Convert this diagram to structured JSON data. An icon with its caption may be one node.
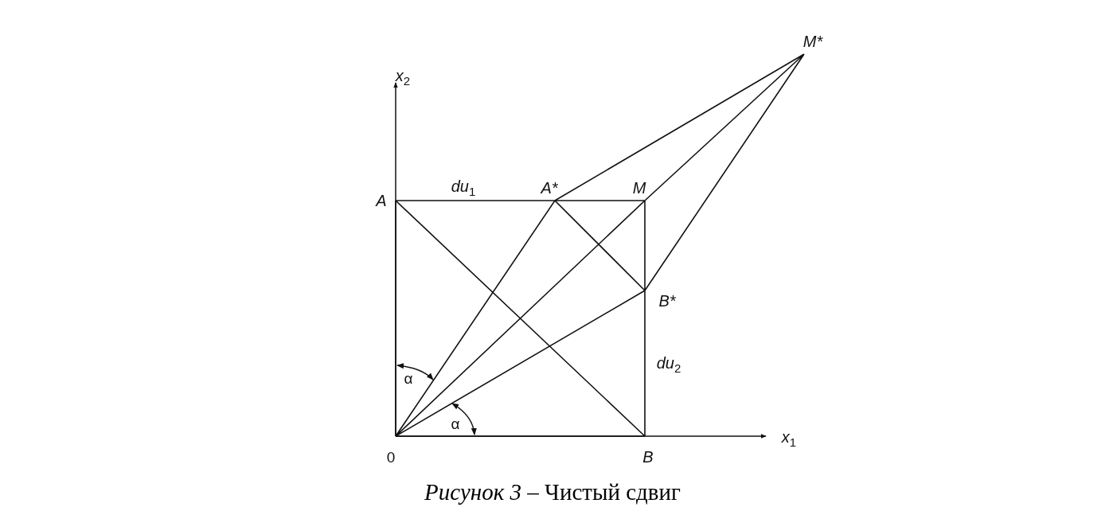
{
  "diagram": {
    "caption": "*Рисунок 3* – Чистый сдвиг",
    "labels": [
      "x$_{2}$",
      "A",
      "du$_{1}$",
      "A*",
      "M",
      "M*",
      "B*",
      "du$_{2}$",
      "α",
      "α",
      "0",
      "B",
      "x$_{1}$"
    ]
  }
}
